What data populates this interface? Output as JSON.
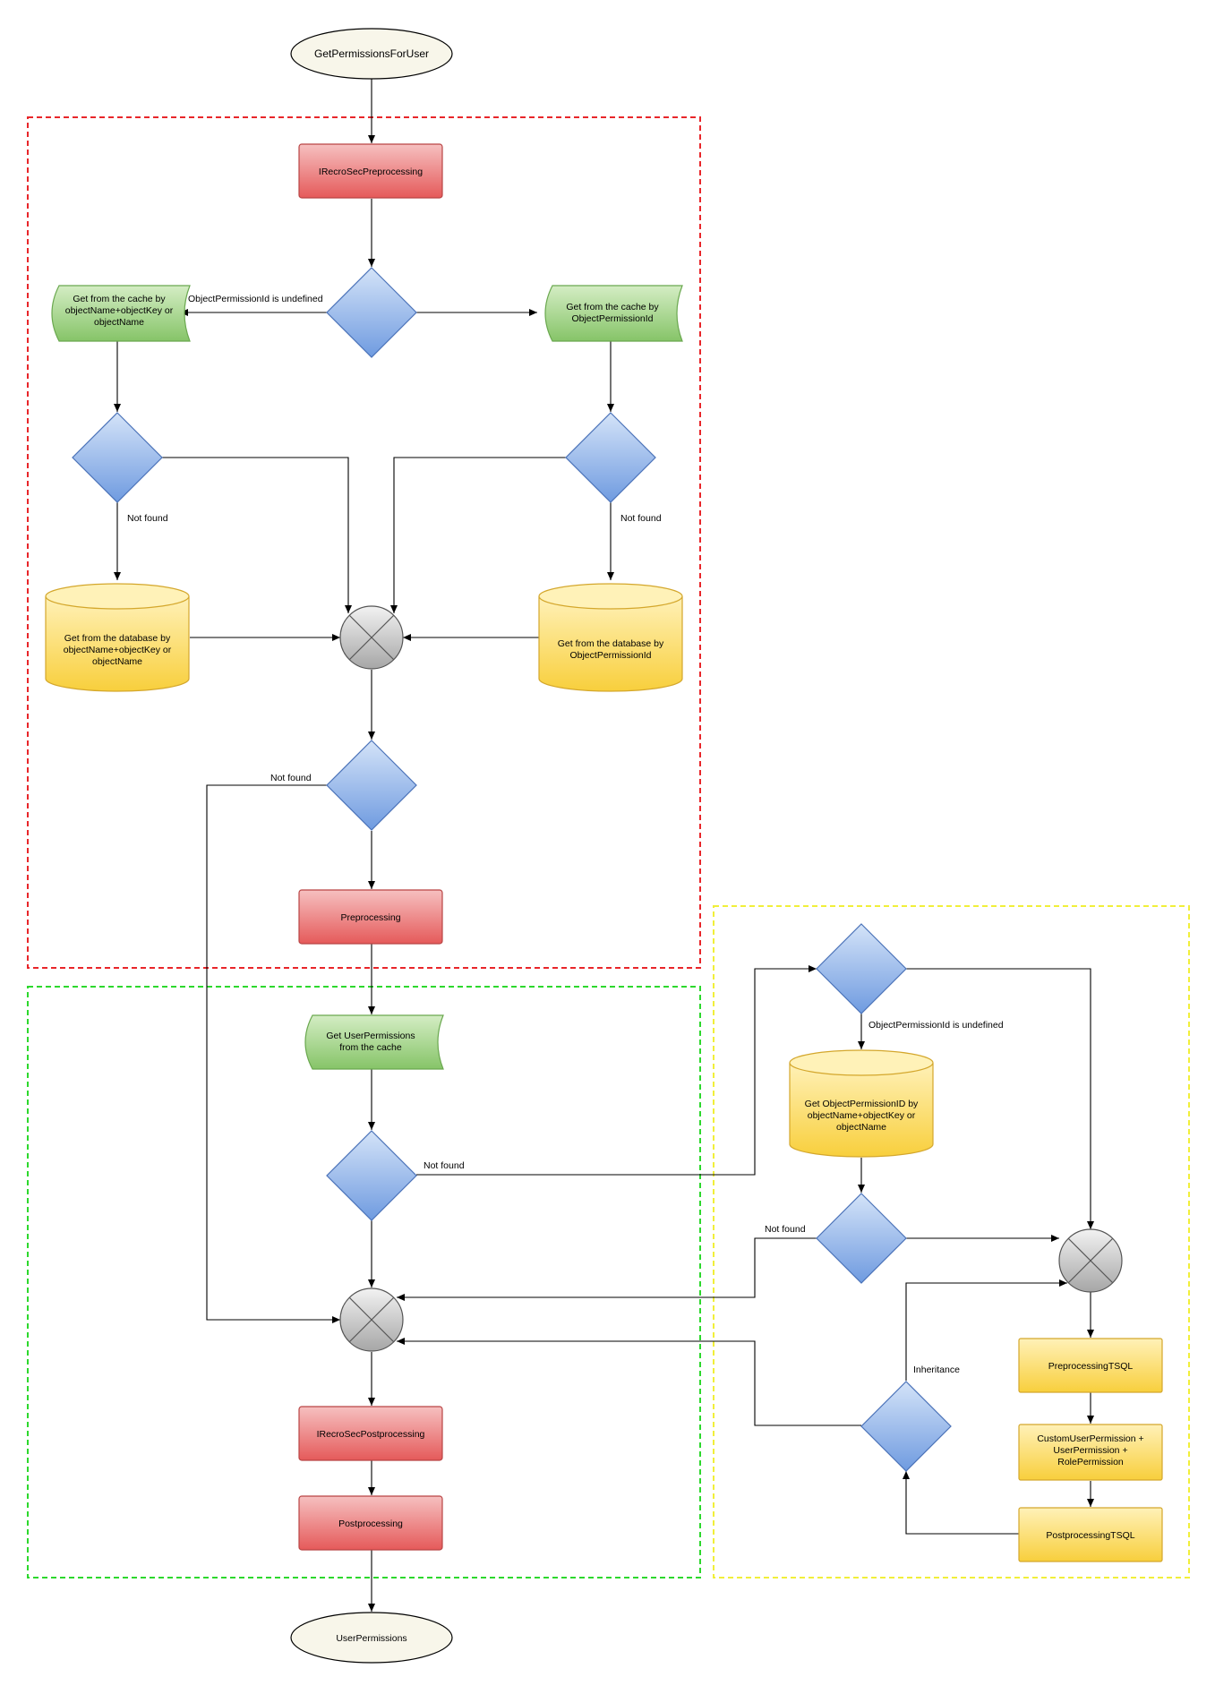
{
  "nodes": {
    "start": "GetPermissionsForUser",
    "irecro_pre": "IRecroSecPreprocessing",
    "cache_by_name": [
      "Get from the cache by",
      "objectName+objectKey or",
      "objectName"
    ],
    "cache_by_id": [
      "Get from the cache by",
      "ObjectPermissionId"
    ],
    "db_by_name": [
      "Get from the database by",
      "objectName+objectKey or",
      "objectName"
    ],
    "db_by_id": [
      "Get from the database by",
      "ObjectPermissionId"
    ],
    "preprocessing": "Preprocessing",
    "user_perm_cache": [
      "Get UserPermissions",
      "from the cache"
    ],
    "irecro_post": "IRecroSecPostprocessing",
    "postprocessing": "Postprocessing",
    "end": "UserPermissions",
    "get_objpermid": [
      "Get ObjectPermissionID by",
      "objectName+objectKey or",
      "objectName"
    ],
    "pre_tsql": "PreprocessingTSQL",
    "custom_perm": [
      "CustomUserPermission +",
      "UserPermission +",
      "RolePermission"
    ],
    "post_tsql": "PostprocessingTSQL"
  },
  "edge_labels": {
    "objpermid_undefined_1": "ObjectPermissionId is undefined",
    "not_found_left": "Not found",
    "not_found_right": "Not found",
    "not_found_merge": "Not found",
    "not_found_userperm": "Not found",
    "objpermid_undefined_2": "ObjectPermissionId is undefined",
    "not_found_yellow": "Not found",
    "inheritance": "Inheritance"
  },
  "colors": {
    "red_group": "#e8262a",
    "green_group": "#2dd82d",
    "yellow_group": "#f1ef3a",
    "red_fill": "#ee8a8a",
    "green_fill": "#a9d890",
    "yellow_fill": "#fde47a",
    "blue_fill": "#8fb2e6",
    "terminal_fill": "#f8f6ea"
  }
}
